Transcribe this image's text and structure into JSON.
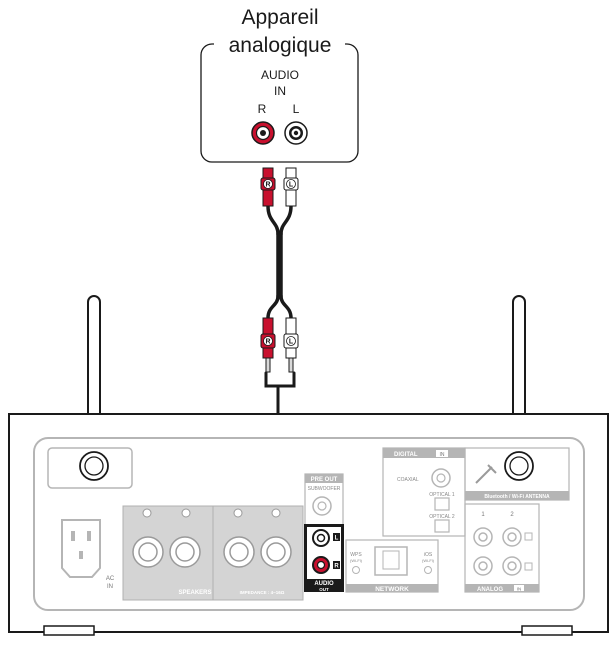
{
  "device": {
    "title_line1": "Appareil",
    "title_line2": "analogique",
    "audio_in_line1": "AUDIO",
    "audio_in_line2": "IN",
    "right_label": "R",
    "left_label": "L"
  },
  "plugs": {
    "right_marker": "R",
    "left_marker": "L"
  },
  "rear_panel": {
    "pre_out": "PRE OUT",
    "subwoofer": "SUBWOOFER",
    "audio_out_line1": "AUDIO",
    "audio_out_line2": "OUT",
    "jack_l": "L",
    "jack_r": "R",
    "digital": "DIGITAL",
    "digital_badge": "IN",
    "coaxial": "COAXIAL",
    "optical1": "OPTICAL 1",
    "optical2": "OPTICAL 2",
    "bt_antenna": "Bluetooth / Wi-Fi ANTENNA",
    "speakers": "SPEAKERS",
    "impedance": "IMPEDANCE : 4~16Ω",
    "network": "NETWORK",
    "wps": "WPS",
    "wps_sub": "(Wi-Fi)",
    "ios": "iOS",
    "ios_sub": "(Wi-Fi)",
    "analog": "ANALOG",
    "analog_badge": "IN",
    "analog_1": "1",
    "analog_2": "2",
    "ac_in_line1": "AC",
    "ac_in_line2": "IN"
  },
  "colors": {
    "cable": "#1a1a1a",
    "red_plug": "#c8102e",
    "panel_gray": "#c9c9c9",
    "outline": "#1a1a1a"
  }
}
